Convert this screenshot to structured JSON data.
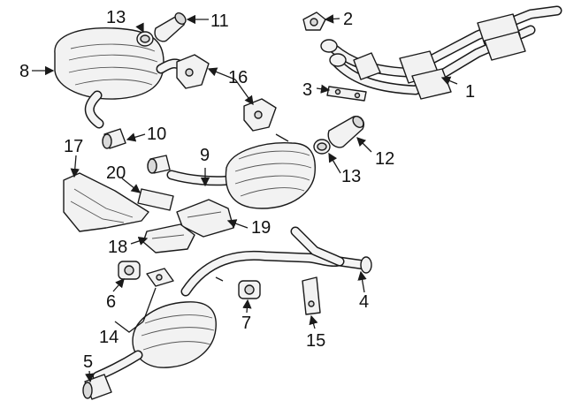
{
  "callouts": {
    "c1": "1",
    "c2": "2",
    "c3": "3",
    "c4": "4",
    "c5": "5",
    "c6": "6",
    "c7": "7",
    "c8": "8",
    "c9": "9",
    "c10": "10",
    "c11": "11",
    "c12": "12",
    "c13a": "13",
    "c13b": "13",
    "c14": "14",
    "c15": "15",
    "c16": "16",
    "c17": "17",
    "c18": "18",
    "c19": "19",
    "c20": "20"
  },
  "colors": {
    "line": "#1a1a1a",
    "fill": "#f2f2f2",
    "background": "#ffffff"
  }
}
